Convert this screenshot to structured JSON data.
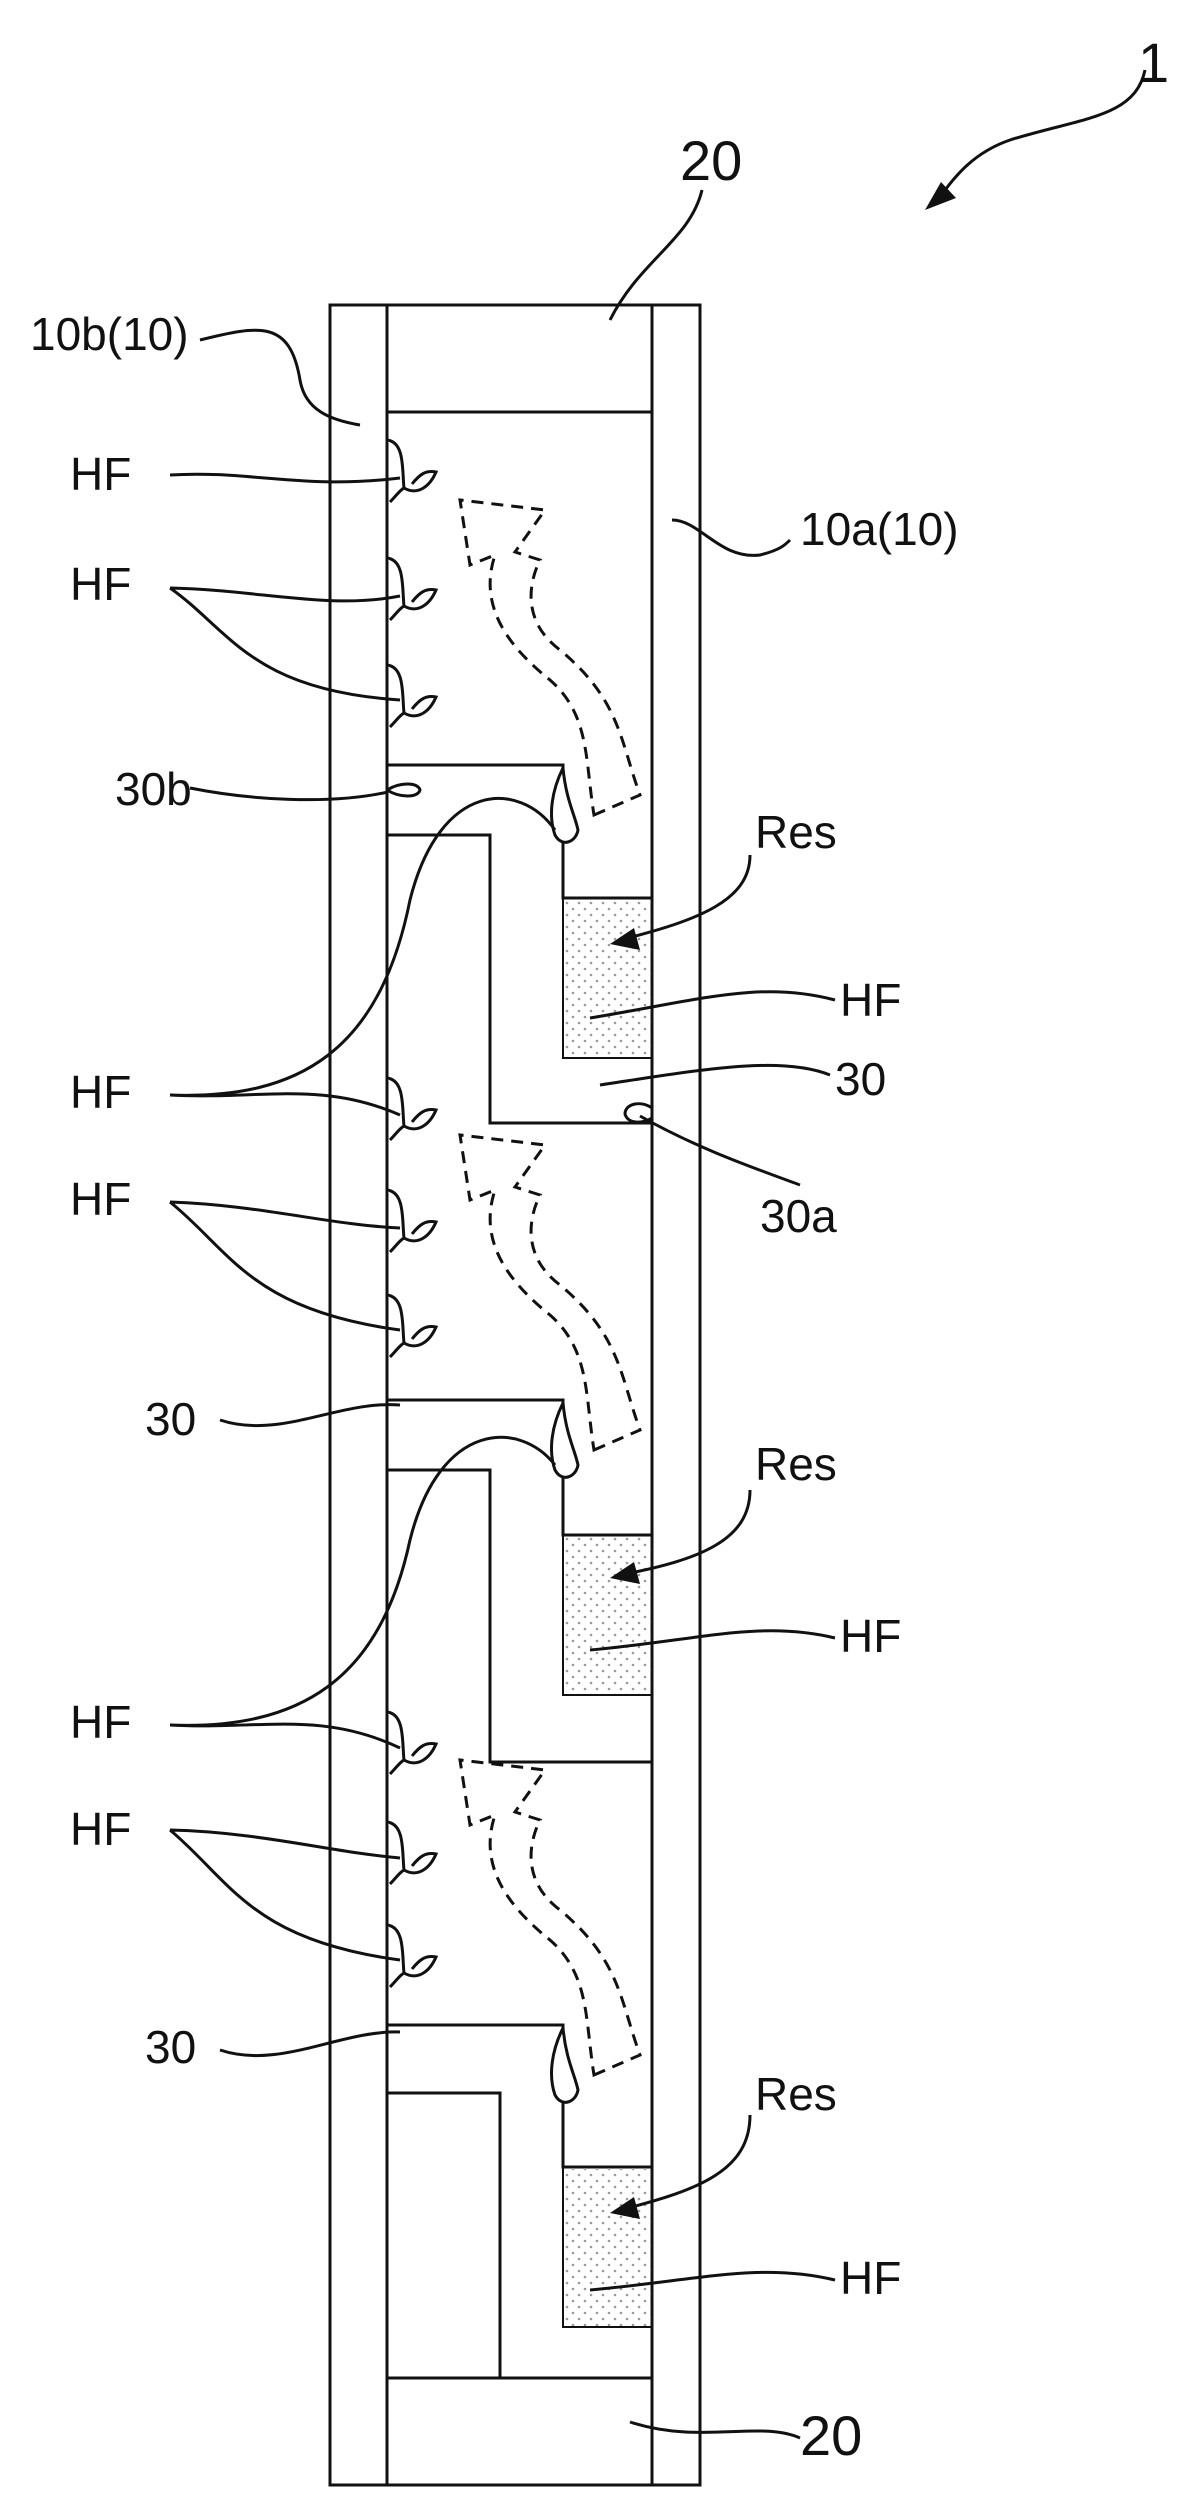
{
  "figure": {
    "ref_number": "1",
    "labels": {
      "top_cap": "20",
      "bottom_cap": "20",
      "plate_b": "10b(10)",
      "plate_a": "10a(10)",
      "hf": "HF",
      "p30b": "30b",
      "p30": "30",
      "p30a": "30a",
      "res": "Res"
    }
  },
  "colors": {
    "line": "#111111",
    "background": "#ffffff",
    "reservoir_dots": "#9a9a9a"
  }
}
